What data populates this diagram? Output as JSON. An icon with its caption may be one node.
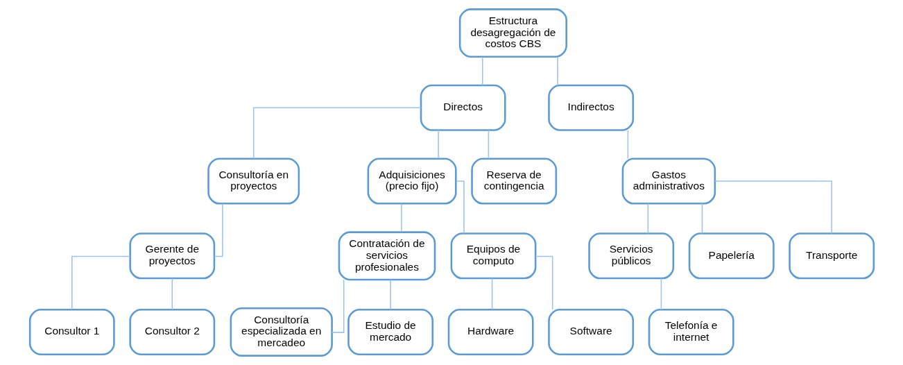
{
  "diagram": {
    "nodes": [
      {
        "text": [
          "Estructura desagregación de costos CBS"
        ]
      },
      {
        "text": [
          "Directos"
        ]
      },
      {
        "text": [
          "Indirectos"
        ]
      },
      {
        "text": [
          "Consultoría en proyectos"
        ]
      },
      {
        "text": [
          "Adquisiciones (precio fijo)"
        ]
      },
      {
        "text": [
          "Reserva de contingencia"
        ]
      },
      {
        "text": [
          "Gastos administrativos"
        ]
      },
      {
        "text": [
          "Gerente de proyectos"
        ]
      },
      {
        "text": [
          "Contratación de servicios profesionales"
        ]
      },
      {
        "text": [
          "Equipos de computo"
        ]
      },
      {
        "text": [
          "Servicios públicos"
        ]
      },
      {
        "text": [
          "Papelería"
        ]
      },
      {
        "text": [
          "Transporte"
        ]
      },
      {
        "text": [
          "Consultor 1"
        ]
      },
      {
        "text": [
          "Consultor 2"
        ]
      },
      {
        "text": [
          "Consultoría especializada en mercadeo"
        ]
      },
      {
        "text": [
          "Estudio de mercado"
        ]
      },
      {
        "text": [
          "Hardware"
        ]
      },
      {
        "text": [
          "Software"
        ]
      },
      {
        "text": [
          "Telefonía e internet"
        ]
      }
    ],
    "edges": [
      {
        "from": 0,
        "to": 1,
        "arrow": "none"
      },
      {
        "from": 0,
        "to": 2,
        "arrow": "none"
      },
      {
        "from": 1,
        "to": 3,
        "arrow": "none"
      },
      {
        "from": 1,
        "to": 4,
        "arrow": "none"
      },
      {
        "from": 1,
        "to": 5,
        "arrow": "none"
      },
      {
        "from": 2,
        "to": 6,
        "arrow": "none"
      },
      {
        "from": 3,
        "to": 7,
        "arrow": "none"
      },
      {
        "from": 4,
        "to": 8,
        "arrow": "none"
      },
      {
        "from": 4,
        "to": 9,
        "arrow": "none"
      },
      {
        "from": 6,
        "to": 10,
        "arrow": "none"
      },
      {
        "from": 6,
        "to": 11,
        "arrow": "none"
      },
      {
        "from": 6,
        "to": 12,
        "arrow": "none"
      },
      {
        "from": 7,
        "to": 13,
        "arrow": "none"
      },
      {
        "from": 7,
        "to": 14,
        "arrow": "none"
      },
      {
        "from": 8,
        "to": 15,
        "arrow": "none"
      },
      {
        "from": 8,
        "to": 16,
        "arrow": "none"
      },
      {
        "from": 9,
        "to": 17,
        "arrow": "none"
      },
      {
        "from": 9,
        "to": 18,
        "arrow": "none"
      },
      {
        "from": 10,
        "to": 19,
        "arrow": "none"
      }
    ]
  }
}
